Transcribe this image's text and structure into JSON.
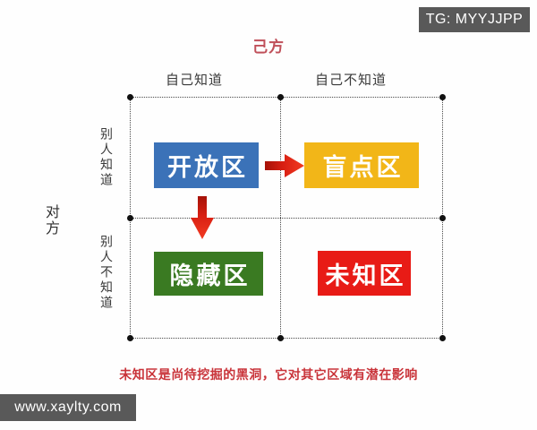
{
  "watermarks": {
    "telegram": "TG: MYYJJPP",
    "site": "www.xaylty.com"
  },
  "diagram": {
    "top_title": "己方",
    "side_title": "对方",
    "columns": [
      {
        "label": "自己知道"
      },
      {
        "label": "自己不知道"
      }
    ],
    "rows": [
      {
        "label": "别人知道"
      },
      {
        "label": "别人不知道"
      }
    ],
    "quadrants": [
      {
        "id": "open",
        "label": "开放区",
        "color": "#3B72B8"
      },
      {
        "id": "blind",
        "label": "盲点区",
        "color": "#F2B618"
      },
      {
        "id": "hidden",
        "label": "隐藏区",
        "color": "#3A7A22"
      },
      {
        "id": "unknown",
        "label": "未知区",
        "color": "#E81B16"
      }
    ],
    "arrows": [
      {
        "id": "open-to-blind",
        "direction": "right",
        "color": "#D81F12"
      },
      {
        "id": "open-to-hidden",
        "direction": "down",
        "color": "#D81F12"
      }
    ],
    "caption": "未知区是尚待挖掘的黑洞，它对其它区域有潜在影响",
    "caption_color": "#c9343a"
  }
}
